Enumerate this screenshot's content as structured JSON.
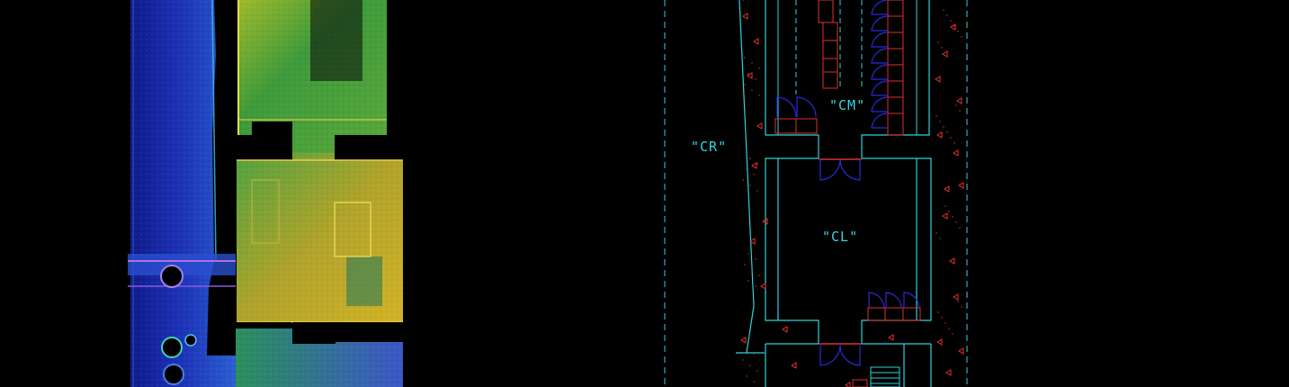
{
  "plan": {
    "labels": {
      "cr": "\"CR\"",
      "cm": "\"CM\"",
      "cl": "\"CL\""
    }
  },
  "colors": {
    "background": "#000000",
    "wall_line": "#2ed3dc",
    "door_line": "#2a2ad8",
    "fixture_line": "#e0302a",
    "hatch_marker": "#e8322c",
    "scan_blue": "#1d2fb5",
    "scan_green": "#4fbf3a",
    "scan_yellow": "#c8b12a"
  }
}
